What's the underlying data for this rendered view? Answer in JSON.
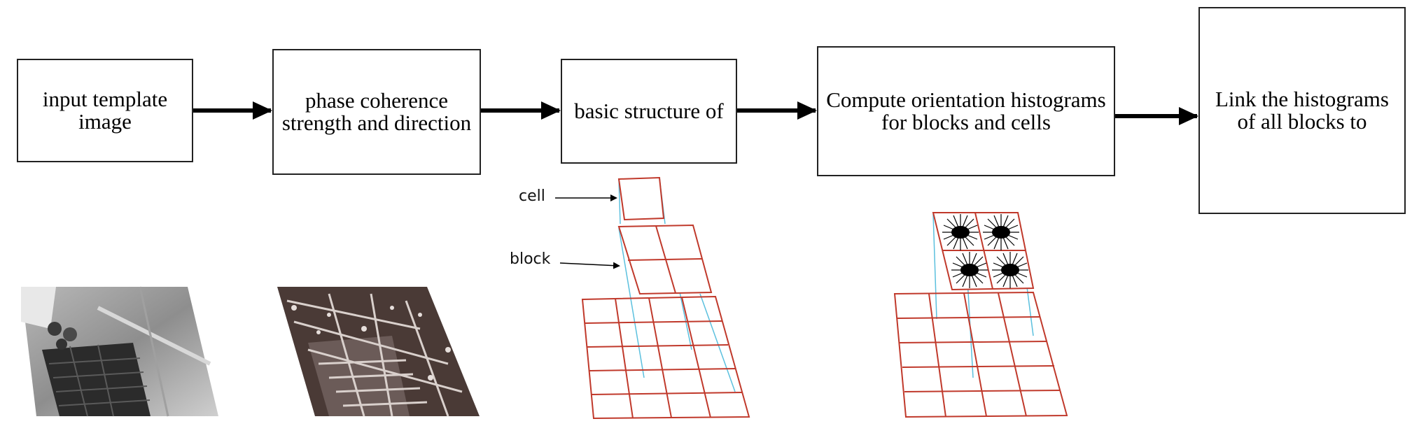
{
  "steps": [
    {
      "text": "input template image"
    },
    {
      "text": "phase coherence strength and direction"
    },
    {
      "text": "basic structure of"
    },
    {
      "text": "Compute orientation histograms for blocks and cells"
    },
    {
      "text": "Link the histograms of all blocks to"
    }
  ],
  "labels": {
    "cell": "cell",
    "block": "block"
  },
  "colors": {
    "grid": "#c0392b",
    "projection": "#5bc0de",
    "ink": "#000000"
  },
  "images": [
    {
      "name": "template-photo",
      "kind": "grayscale aerial image"
    },
    {
      "name": "phase-coherence-map",
      "kind": "texture map"
    }
  ]
}
